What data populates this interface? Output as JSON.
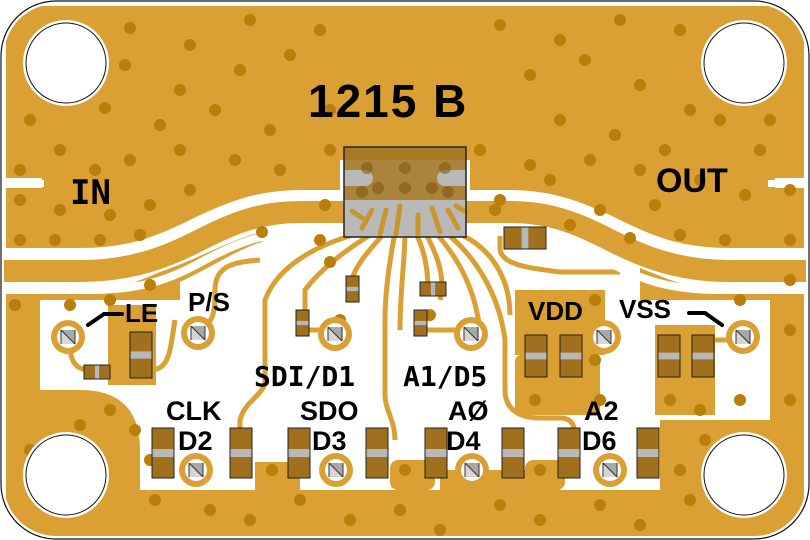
{
  "board": {
    "part_number": "1215 B",
    "colors": {
      "copper": "#DAA033",
      "via": "#B97F0A",
      "substrate": "#FFFFFF",
      "component_body": "#A0701F",
      "component_band": "#B8B8B8",
      "ic_body": "#8F6A2A",
      "ic_pads": "#B9B9B9",
      "silkscreen": "#000000"
    }
  },
  "ports": {
    "input": "IN",
    "output": "OUT"
  },
  "pin_labels": {
    "le": "LE",
    "ps": "P/S",
    "sdi_d1": "SDI/D1",
    "a1_d5": "A1/D5",
    "vdd": "VDD",
    "vss": "VSS",
    "clk": "CLK",
    "d2": "D2",
    "sdo": "SDO",
    "d3": "D3",
    "a0": "AØ",
    "d4": "D4",
    "a2": "A2",
    "d6": "D6"
  },
  "icons": {
    "test_point": "test-point-icon",
    "mounting_hole": "mounting-hole-icon",
    "via": "via-icon"
  }
}
